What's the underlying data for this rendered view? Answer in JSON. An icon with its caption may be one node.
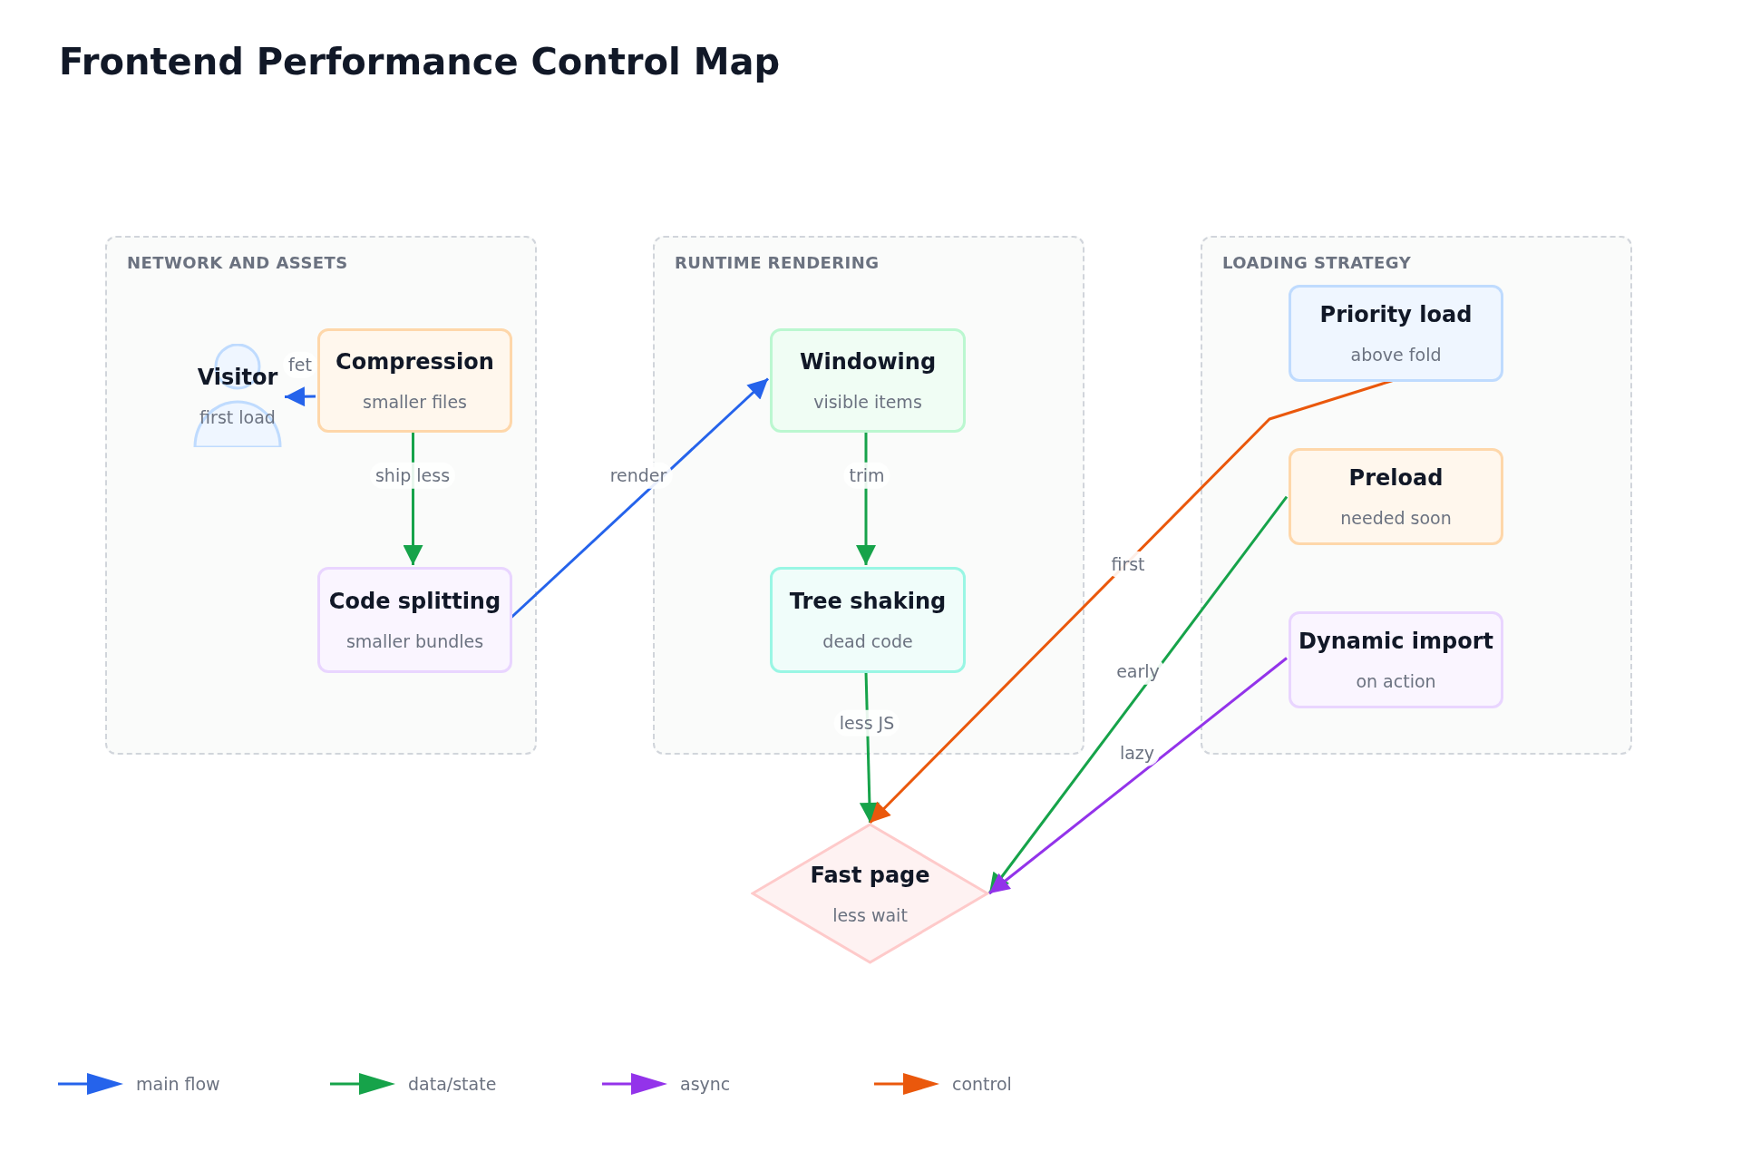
{
  "diagram": {
    "title": "Frontend Performance Control Map",
    "nodes": [
      {
        "text": [
          "NETWORK AND ASSETS"
        ]
      },
      {
        "text": [
          "Visitor",
          "first load"
        ],
        "in": 0
      },
      {
        "text": [
          "Compression",
          "smaller files"
        ],
        "in": 0
      },
      {
        "text": [
          "Code splitting",
          "smaller bundles"
        ],
        "in": 0
      },
      {
        "text": [
          "RUNTIME RENDERING"
        ]
      },
      {
        "text": [
          "Windowing",
          "visible items"
        ],
        "in": 4
      },
      {
        "text": [
          "Tree shaking",
          "dead code"
        ],
        "in": 4
      },
      {
        "text": [
          "LOADING STRATEGY"
        ]
      },
      {
        "text": [
          "Priority load",
          "above fold"
        ],
        "in": 7
      },
      {
        "text": [
          "Preload",
          "needed soon"
        ],
        "in": 7
      },
      {
        "text": [
          "Dynamic import",
          "on action"
        ],
        "in": 7
      },
      {
        "text": [
          "Fast page",
          "less wait"
        ]
      }
    ],
    "edges": [
      {
        "from": 2,
        "to": 1,
        "arrow": "to",
        "label": "fet",
        "color": "#2563eb"
      },
      {
        "from": 2,
        "to": 3,
        "arrow": "to",
        "label": "ship less"
      },
      {
        "from": 3,
        "to": 5,
        "arrow": "to",
        "label": "render",
        "color": "#2563eb"
      },
      {
        "from": 5,
        "to": 6,
        "arrow": "to",
        "label": "trim"
      },
      {
        "from": 6,
        "to": 11,
        "arrow": "to",
        "label": "less JS"
      },
      {
        "from": 8,
        "to": 11,
        "arrow": "to",
        "label": "first",
        "color": "#ea580c"
      },
      {
        "from": 9,
        "to": 11,
        "arrow": "to",
        "label": "early"
      },
      {
        "from": 10,
        "to": 11,
        "arrow": "to",
        "label": "lazy",
        "color": "#9333ea"
      }
    ],
    "legend": [
      {
        "text": "main flow"
      },
      {
        "text": "data/state"
      },
      {
        "text": "async"
      },
      {
        "text": "control"
      }
    ]
  }
}
